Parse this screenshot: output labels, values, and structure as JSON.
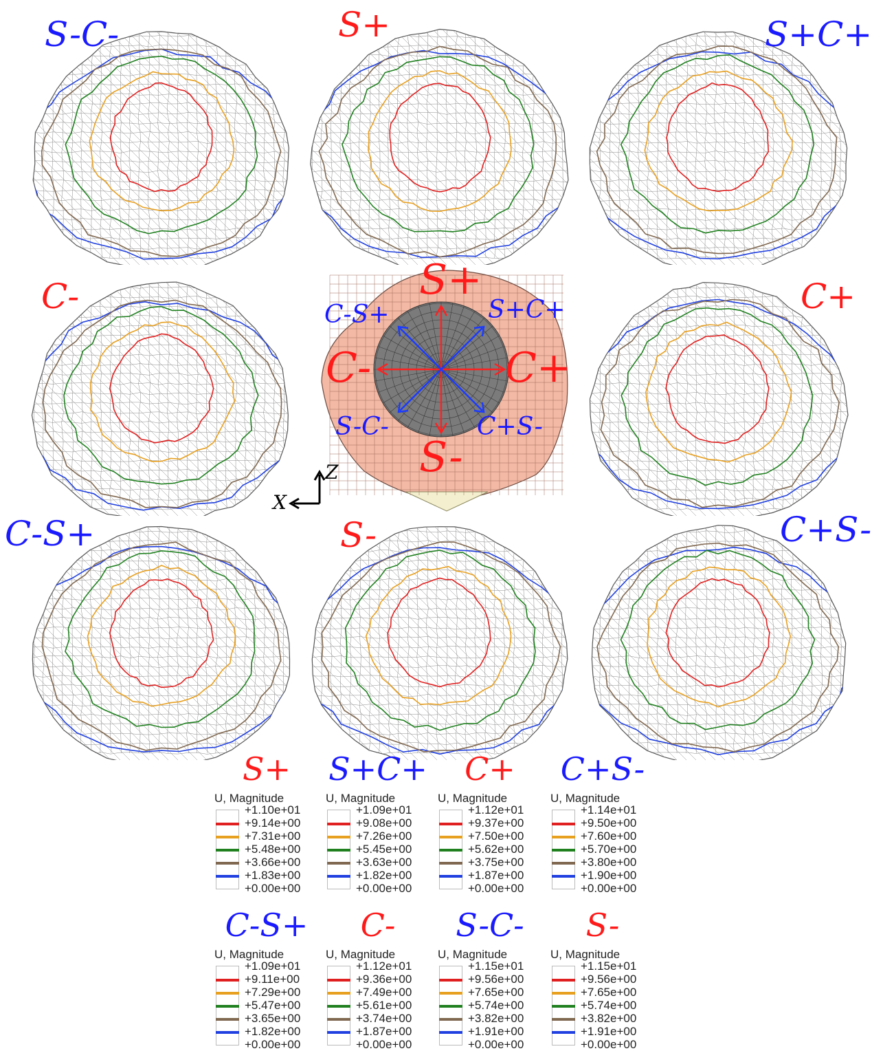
{
  "panels": {
    "sc_minus": "S-C-",
    "s_plus": "S+",
    "sc_plus": "S+C+",
    "c_minus": "C-",
    "c_plus": "C+",
    "cs_plus": "C-S+",
    "s_minus": "S-",
    "cs_minus": "C+S-"
  },
  "center_diagram": {
    "top": "S+",
    "bottom": "S-",
    "left": "C-",
    "right": "C+",
    "top_left": "C-S+",
    "top_right": "S+C+",
    "bottom_left": "S-C-",
    "bottom_right": "C+S-"
  },
  "axis": {
    "x": "X",
    "z": "Z"
  },
  "contour_colors": [
    "#e02020",
    "#e8a020",
    "#208020",
    "#806850",
    "#2040e0"
  ],
  "legends": [
    {
      "title": "S+",
      "color": "red",
      "head": "U, Magnitude",
      "values": [
        "+1.10e+01",
        "+9.14e+00",
        "+7.31e+00",
        "+5.48e+00",
        "+3.66e+00",
        "+1.83e+00",
        "+0.00e+00"
      ]
    },
    {
      "title": "S+C+",
      "color": "blue",
      "head": "U, Magnitude",
      "values": [
        "+1.09e+01",
        "+9.08e+00",
        "+7.26e+00",
        "+5.45e+00",
        "+3.63e+00",
        "+1.82e+00",
        "+0.00e+00"
      ]
    },
    {
      "title": "C+",
      "color": "red",
      "head": "U, Magnitude",
      "values": [
        "+1.12e+01",
        "+9.37e+00",
        "+7.50e+00",
        "+5.62e+00",
        "+3.75e+00",
        "+1.87e+00",
        "+0.00e+00"
      ]
    },
    {
      "title": "C+S-",
      "color": "blue",
      "head": "U, Magnitude",
      "values": [
        "+1.14e+01",
        "+9.50e+00",
        "+7.60e+00",
        "+5.70e+00",
        "+3.80e+00",
        "+1.90e+00",
        "+0.00e+00"
      ]
    },
    {
      "title": "C-S+",
      "color": "blue",
      "head": "U, Magnitude",
      "values": [
        "+1.09e+01",
        "+9.11e+00",
        "+7.29e+00",
        "+5.47e+00",
        "+3.65e+00",
        "+1.82e+00",
        "+0.00e+00"
      ]
    },
    {
      "title": "C-",
      "color": "red",
      "head": "U, Magnitude",
      "values": [
        "+1.12e+01",
        "+9.36e+00",
        "+7.49e+00",
        "+5.61e+00",
        "+3.74e+00",
        "+1.87e+00",
        "+0.00e+00"
      ]
    },
    {
      "title": "S-C-",
      "color": "blue",
      "head": "U, Magnitude",
      "values": [
        "+1.15e+01",
        "+9.56e+00",
        "+7.65e+00",
        "+5.74e+00",
        "+3.82e+00",
        "+1.91e+00",
        "+0.00e+00"
      ]
    },
    {
      "title": "S-",
      "color": "red",
      "head": "U, Magnitude",
      "values": [
        "+1.15e+01",
        "+9.56e+00",
        "+7.65e+00",
        "+5.74e+00",
        "+3.82e+00",
        "+1.91e+00",
        "+0.00e+00"
      ]
    }
  ]
}
